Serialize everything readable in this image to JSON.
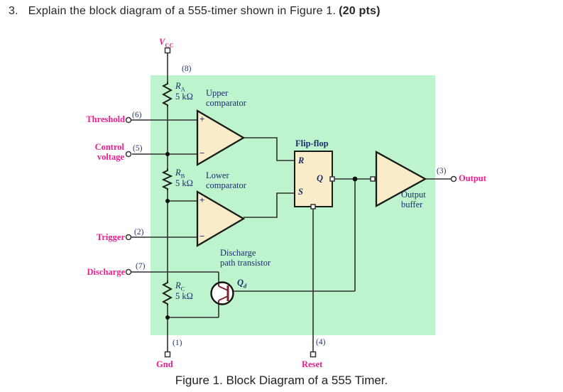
{
  "question": {
    "number": "3.",
    "text": "Explain the block diagram of a 555-timer shown in Figure 1.",
    "points": "(20 pts)"
  },
  "caption": "Figure 1. Block Diagram of a 555 Timer.",
  "colors": {
    "background_green": "#bdf4cd",
    "component_cream": "#f8ecc9",
    "label_navy": "#1c2d6e",
    "label_magenta": "#ee1c8f",
    "wire": "#2f2f2f",
    "transistor_maroon": "#7b2532"
  },
  "pins": {
    "vcc": {
      "label_main": "V",
      "label_sub": "CC",
      "number": "(8)"
    },
    "threshold": {
      "label": "Threshold",
      "number": "(6)"
    },
    "control": {
      "label_line1": "Control",
      "label_line2": "voltage",
      "number": "(5)"
    },
    "trigger": {
      "label": "Trigger",
      "number": "(2)"
    },
    "discharge": {
      "label": "Discharge",
      "number": "(7)"
    },
    "gnd": {
      "label": "Gnd",
      "number": "(1)"
    },
    "reset": {
      "label": "Reset",
      "number": "(4)"
    },
    "output": {
      "label": "Output",
      "number": "(3)"
    }
  },
  "components": {
    "ra": {
      "name_main": "R",
      "name_sub": "A",
      "value": "5 kΩ"
    },
    "rb": {
      "name_main": "R",
      "name_sub": "B",
      "value": "5 kΩ"
    },
    "rc": {
      "name_main": "R",
      "name_sub": "C",
      "value": "5 kΩ"
    },
    "upper_comparator": {
      "line1": "Upper",
      "line2": "comparator",
      "plus": "+",
      "minus": "−"
    },
    "lower_comparator": {
      "line1": "Lower",
      "line2": "comparator",
      "plus": "+",
      "minus": "−"
    },
    "flip_flop": {
      "label": "Flip-flop",
      "r": "R",
      "q": "Q",
      "s": "S"
    },
    "output_buffer": {
      "line1": "Output",
      "line2": "buffer"
    },
    "discharge_transistor": {
      "label_line1": "Discharge",
      "label_line2": "path transistor",
      "name_main": "Q",
      "name_sub": "d"
    }
  }
}
